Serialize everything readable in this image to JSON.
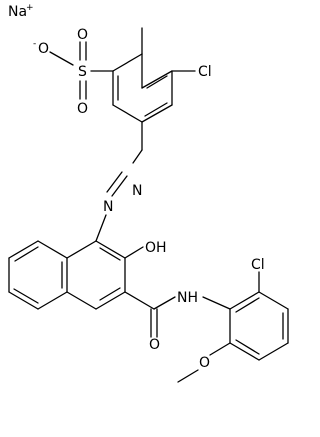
{
  "structure": {
    "counter_ion": {
      "symbol": "Na",
      "charge": "+"
    },
    "sulfonate": {
      "oxygen_charge": "-",
      "oxygen_label": "O",
      "sulfur_label": "S",
      "oxo1": "O",
      "oxo2": "O"
    },
    "atoms": {
      "cl_top": "Cl",
      "azo_n1": "N",
      "azo_n2": "N",
      "hydroxyl": "OH",
      "amide_nh": "NH",
      "cl_right": "Cl",
      "carbonyl_o": "O",
      "methoxy_o": "O"
    }
  }
}
